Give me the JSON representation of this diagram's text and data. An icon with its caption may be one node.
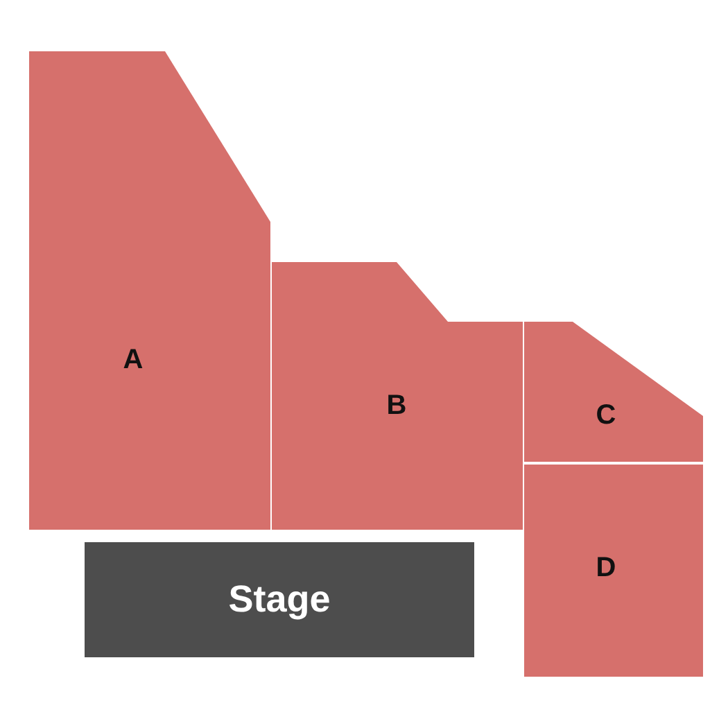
{
  "diagram": {
    "nodes": [
      {
        "text": [
          "A"
        ]
      },
      {
        "text": [
          "B"
        ]
      },
      {
        "text": [
          "C"
        ]
      },
      {
        "text": [
          "D"
        ]
      },
      {
        "text": [
          "Stage"
        ]
      }
    ]
  }
}
